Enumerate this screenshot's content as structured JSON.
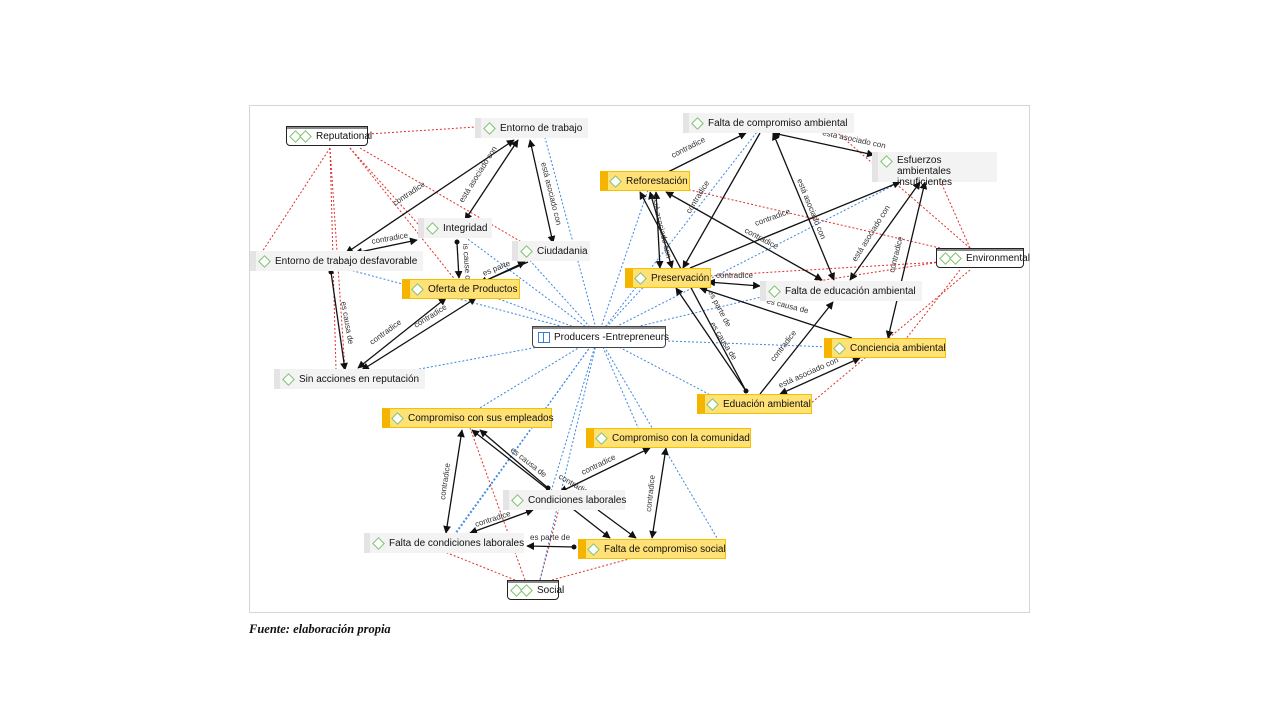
{
  "caption": "Fuente: elaboración propia",
  "nodes": {
    "reputational": "Reputational",
    "entorno_trabajo": "Entorno de trabajo",
    "falta_compromiso_ambiental": "Falta de compromiso ambiental",
    "esfuerzos_line1": "Esfuerzos ambientales",
    "esfuerzos_line2": "insuficientes",
    "reforestacion": "Reforestación",
    "integridad": "Integridad",
    "ciudadania": "Ciudadania",
    "entorno_desfavorable": "Entorno de trabajo desfavorable",
    "oferta_productos": "Oferta de Productos",
    "preservacion": "Preservación",
    "environmental": "Environmental",
    "falta_educacion": "Falta de educación ambiental",
    "producers": "Producers -Entrepreneurs",
    "conciencia": "Conciencia ambiental",
    "sin_acciones": "Sin acciones en reputación",
    "educacion": "Eduación ambiental",
    "compromiso_empleados": "Compromiso con sus empleados",
    "compromiso_comunidad": "Compromiso con la comunidad",
    "condiciones_laborales": "Condiciones laborales",
    "falta_condiciones": "Falta de condiciones laborales",
    "falta_compromiso_social": "Falta de compromiso social",
    "social": "Social"
  },
  "edge_labels": {
    "contradice": "contradice",
    "asociado": "está asociado con",
    "causa": "es causa de",
    "parte": "es parte de",
    "is_cause": "is cause of",
    "parte_short": "es parte"
  }
}
